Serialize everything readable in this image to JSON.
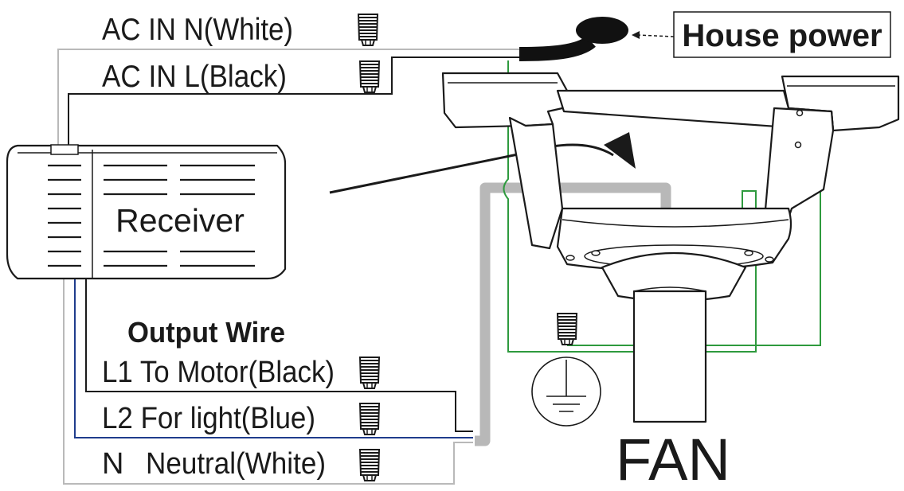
{
  "labels": {
    "ac_in_n": "AC IN N(White)",
    "ac_in_l": "AC IN L(Black)",
    "house_power": "House power",
    "receiver": "Receiver",
    "output_wire": "Output Wire",
    "l1": "L1 To Motor(Black)",
    "l2": "L2 For light(Blue)",
    "n_prefix": "N",
    "n_desc": "Neutral(White)",
    "fan": "FAN"
  },
  "wire_colors": {
    "white": "#b9b9b9",
    "black": "#1a1a1a",
    "blue": "#1f3c8c",
    "ground": "#2e9a3e"
  }
}
